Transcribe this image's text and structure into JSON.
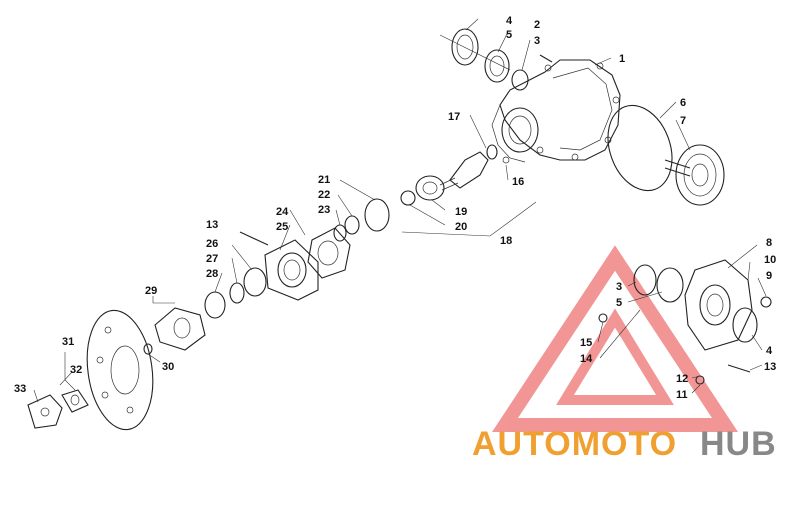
{
  "diagram": {
    "callouts": [
      {
        "id": "c1",
        "text": "1"
      },
      {
        "id": "c2",
        "text": "2"
      },
      {
        "id": "c3a",
        "text": "3"
      },
      {
        "id": "c4a",
        "text": "4"
      },
      {
        "id": "c5a",
        "text": "5"
      },
      {
        "id": "c6",
        "text": "6"
      },
      {
        "id": "c7",
        "text": "7"
      },
      {
        "id": "c16",
        "text": "16"
      },
      {
        "id": "c17",
        "text": "17"
      },
      {
        "id": "c18",
        "text": "18"
      },
      {
        "id": "c19",
        "text": "19"
      },
      {
        "id": "c20",
        "text": "20"
      },
      {
        "id": "c21",
        "text": "21"
      },
      {
        "id": "c22",
        "text": "22"
      },
      {
        "id": "c23",
        "text": "23"
      },
      {
        "id": "c24",
        "text": "24"
      },
      {
        "id": "c25",
        "text": "25"
      },
      {
        "id": "c13a",
        "text": "13"
      },
      {
        "id": "c26",
        "text": "26"
      },
      {
        "id": "c27",
        "text": "27"
      },
      {
        "id": "c28",
        "text": "28"
      },
      {
        "id": "c29",
        "text": "29"
      },
      {
        "id": "c30",
        "text": "30"
      },
      {
        "id": "c31",
        "text": "31"
      },
      {
        "id": "c32",
        "text": "32"
      },
      {
        "id": "c33",
        "text": "33"
      },
      {
        "id": "c8",
        "text": "8"
      },
      {
        "id": "c9",
        "text": "9"
      },
      {
        "id": "c10",
        "text": "10"
      },
      {
        "id": "c3b",
        "text": "3"
      },
      {
        "id": "c5b",
        "text": "5"
      },
      {
        "id": "c4b",
        "text": "4"
      },
      {
        "id": "c13b",
        "text": "13"
      },
      {
        "id": "c15",
        "text": "15"
      },
      {
        "id": "c14",
        "text": "14"
      },
      {
        "id": "c12",
        "text": "12"
      },
      {
        "id": "c11",
        "text": "11"
      }
    ]
  },
  "watermark": {
    "part1": "AUTOMOTO",
    "part2": "HUB",
    "color_primary": "#f0a030",
    "color_secondary": "#888888",
    "triangle_color": "#e84040"
  }
}
